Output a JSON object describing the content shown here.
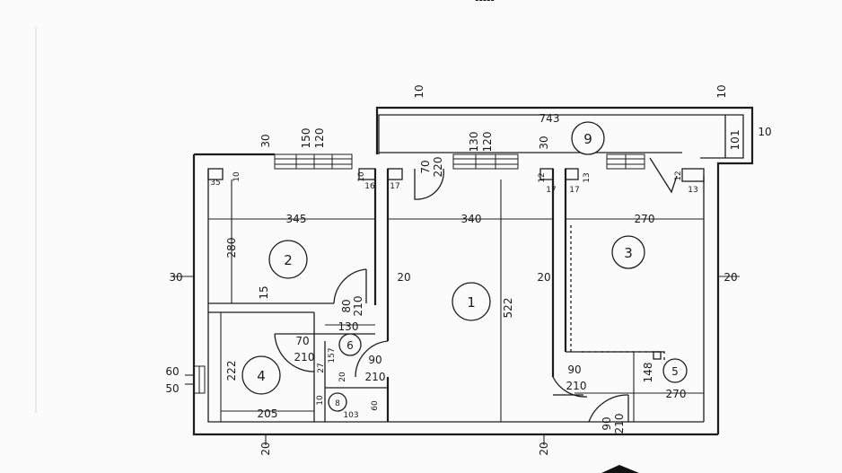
{
  "plan": {
    "outer_dims": {
      "top_left": "30",
      "top_left_window_a": "150",
      "top_left_window_b": "120",
      "top_mid_window_a": "130",
      "top_mid_window_b": "120",
      "top_mid_right": "30",
      "left_side": "30",
      "right_side": "20",
      "bottom_left": "20",
      "bottom_mid": "20",
      "balcony_left_tick": "10",
      "balcony_right_tick": "10",
      "balcony_length": "743",
      "balcony_depth": "101",
      "balcony_end": "10",
      "left_vent_a": "60",
      "left_vent_b": "50"
    },
    "rooms": [
      {
        "num": "1",
        "width": "340",
        "depth": "522"
      },
      {
        "num": "2",
        "width": "345",
        "depth": "280"
      },
      {
        "num": "3",
        "width": "270"
      },
      {
        "num": "4",
        "width": "205",
        "depth": "222"
      },
      {
        "num": "5",
        "width": "270",
        "depth": "148"
      },
      {
        "num": "6",
        "width": "130"
      },
      {
        "num": "8",
        "width": "103"
      },
      {
        "num": "9"
      }
    ],
    "doors": [
      {
        "id": "room2",
        "a": "80",
        "b": "210"
      },
      {
        "id": "room4",
        "a": "70",
        "b": "210"
      },
      {
        "id": "wc",
        "a": "90",
        "b": "210"
      },
      {
        "id": "hall",
        "a": "90",
        "b": "210"
      },
      {
        "id": "entry",
        "a": "90",
        "b": "210"
      },
      {
        "id": "balcony",
        "a": "70",
        "b": "220"
      }
    ],
    "walls": {
      "inner_left": "20",
      "inner_right": "20",
      "partition_2_4": "15",
      "wc_a": "27",
      "wc_b": "157",
      "wc_c": "10",
      "wc_d": "20",
      "wc_e": "60"
    },
    "small_marks": [
      "35",
      "10",
      "10",
      "16",
      "17",
      "12",
      "17",
      "17",
      "13",
      "12",
      "13"
    ],
    "footer": "-----"
  }
}
